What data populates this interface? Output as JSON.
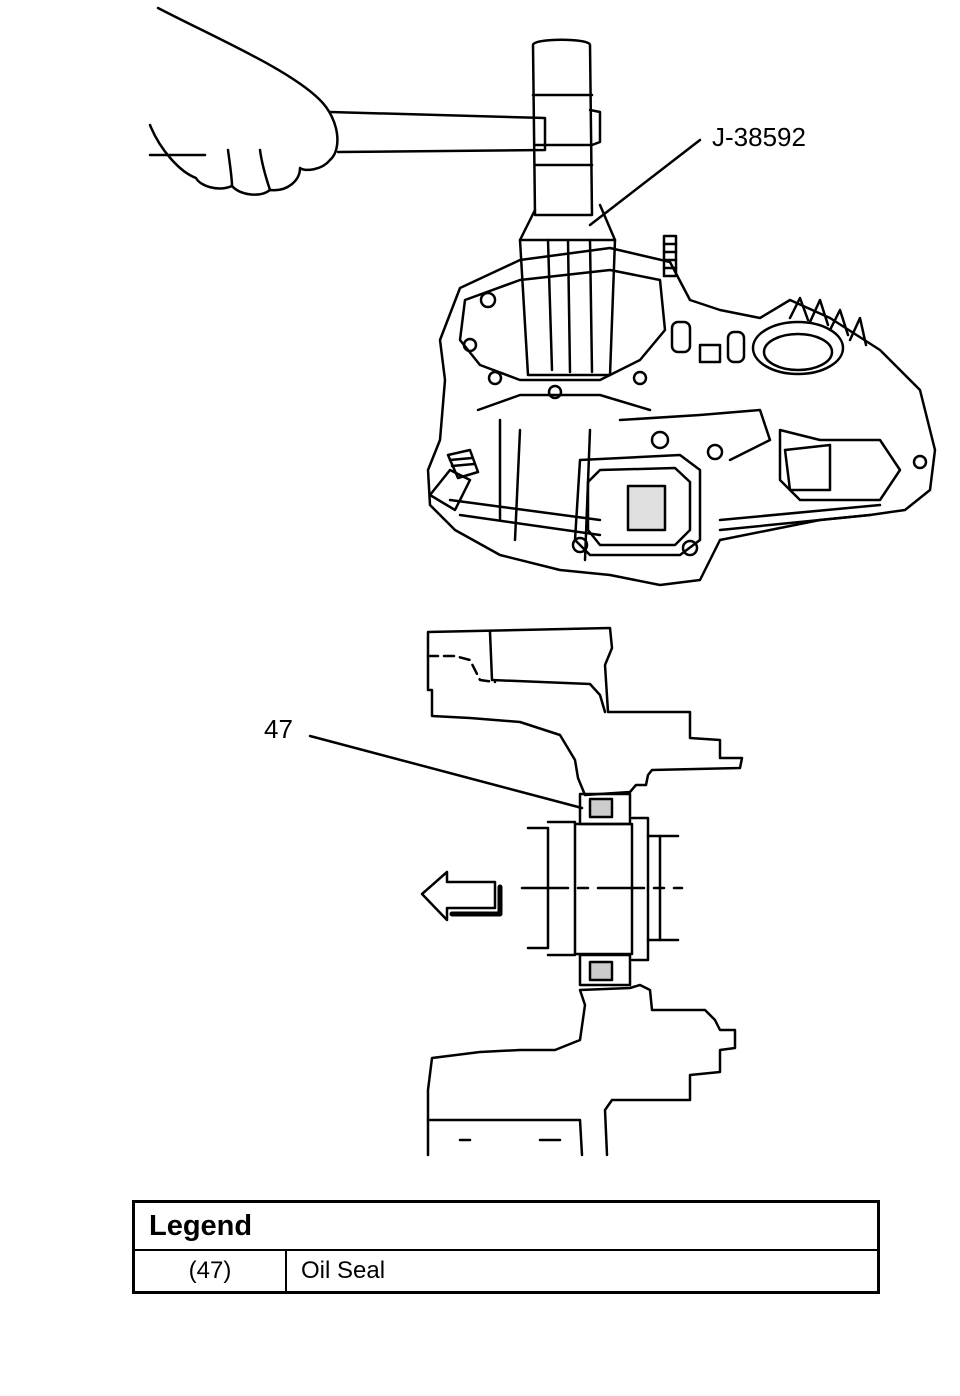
{
  "figure": {
    "callouts": {
      "tool": "J-38592",
      "seal": "47"
    }
  },
  "legend": {
    "title": "Legend",
    "rows": [
      {
        "ref": "(47)",
        "description": "Oil Seal"
      }
    ]
  }
}
